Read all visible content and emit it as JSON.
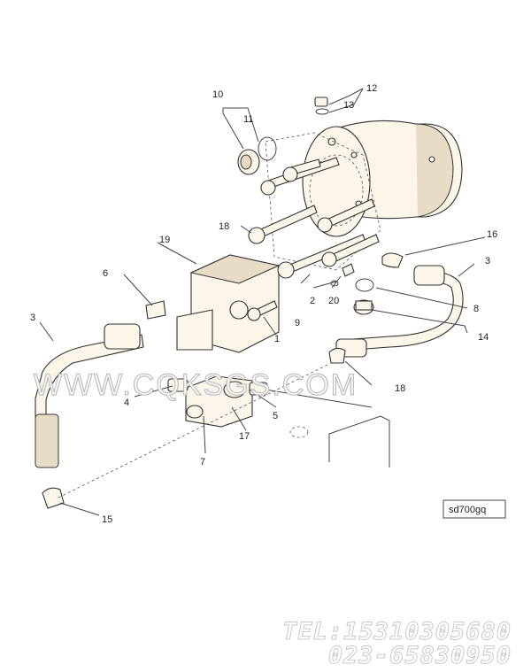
{
  "diagram": {
    "ref_code": "sd700gq",
    "part_labels": [
      "1",
      "2",
      "3",
      "3",
      "4",
      "5",
      "6",
      "7",
      "8",
      "9",
      "10",
      "11",
      "12",
      "13",
      "14",
      "15",
      "16",
      "17",
      "18",
      "18",
      "19",
      "20"
    ]
  },
  "watermark": {
    "text": "WWW.CQKSGS.COM"
  },
  "contact": {
    "tel": "TEL:15310305680",
    "phone2": "023-65830950"
  }
}
